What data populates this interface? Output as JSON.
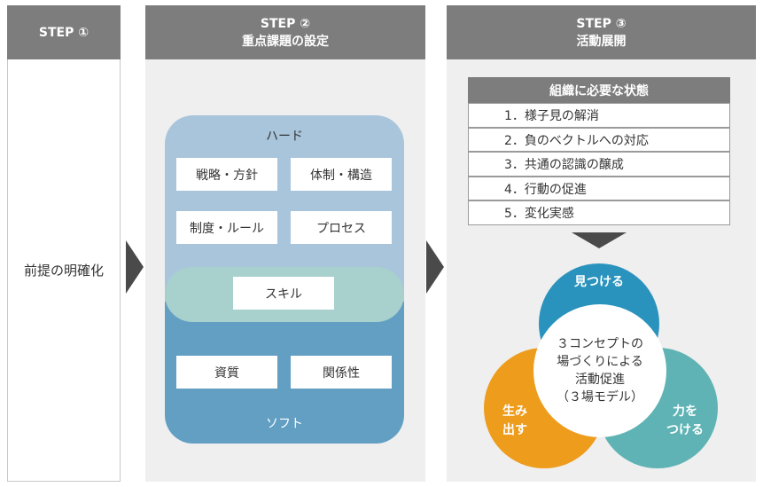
{
  "steps": [
    {
      "label": "STEP ①",
      "title": ""
    },
    {
      "label": "STEP ②",
      "title": "重点課題の設定"
    },
    {
      "label": "STEP ③",
      "title": "活動展開"
    }
  ],
  "step1": {
    "body": "前提の明確化"
  },
  "step2": {
    "hard_label": "ハード",
    "soft_label": "ソフト",
    "hard_items": [
      "戦略・方針",
      "体制・構造",
      "制度・ルール",
      "プロセス"
    ],
    "skill": "スキル",
    "soft_items": [
      "資質",
      "関係性"
    ]
  },
  "step3": {
    "list_title": "組織に必要な状態",
    "list_items": [
      "1．様子見の解消",
      "2．負のベクトルへの対応",
      "3．共通の認識の醸成",
      "4．行動の促進",
      "5．変化実感"
    ],
    "circles": {
      "top": "見つける",
      "left_line1": "生み",
      "left_line2": "出す",
      "right_line1": "力を",
      "right_line2": "つける",
      "center_lines": [
        "３コンセプトの",
        "場づくりによる",
        "活動促進",
        "（３場モデル）"
      ]
    }
  },
  "colors": {
    "header": "#7d7d7d",
    "hard": "#a9c5dc",
    "soft": "#629fc3",
    "skill": "#a8d0cd",
    "circle_top": "#2a93bd",
    "circle_left": "#ee9c1c",
    "circle_right": "#5fb3b4"
  }
}
